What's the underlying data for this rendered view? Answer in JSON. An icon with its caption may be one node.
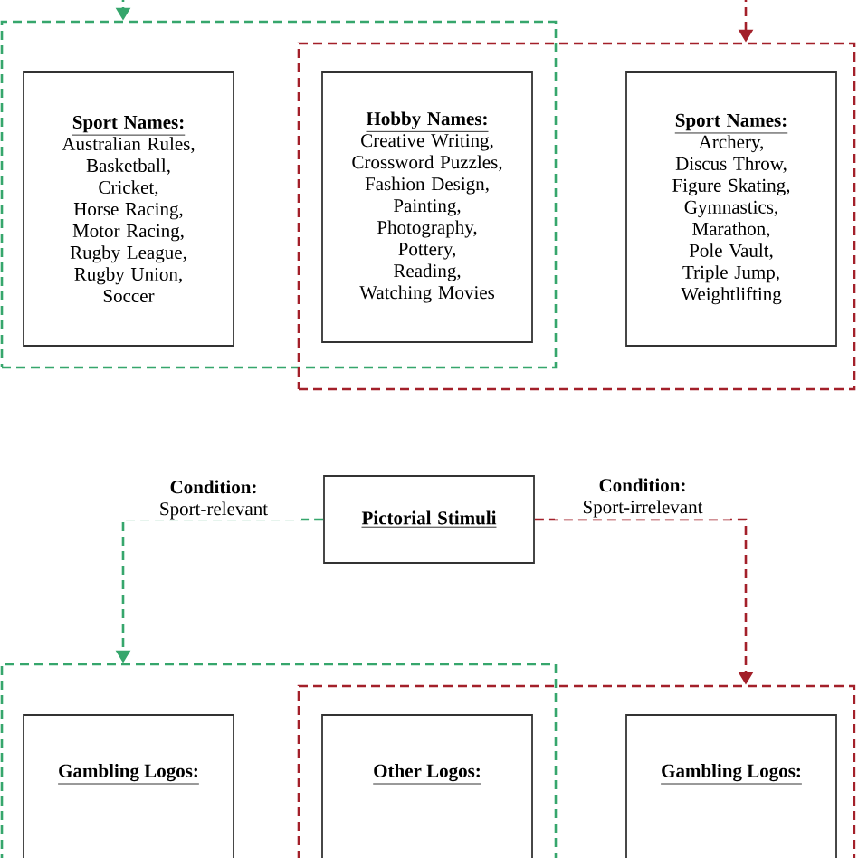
{
  "diagram": {
    "nodes": [
      {
        "text": [],
        "shape": "box"
      },
      {
        "text": [],
        "shape": "box"
      },
      {
        "text": [
          "Sport Names:",
          "Australian Rules, Basketball, Cricket, Horse Racing, Motor Racing, Rugby League, Rugby Union, Soccer"
        ],
        "in": 0
      },
      {
        "text": [
          "Hobby Names:",
          "Creative Writing, Crossword Puzzles, Fashion Design, Painting, Photography, Pottery, Reading, Watching Movies"
        ]
      },
      {
        "text": [
          "Sport Names:",
          "Archery, Discus Throw, Figure Skating, Gymnastics, Marathon, Pole Vault, Triple Jump, Weightlifting"
        ],
        "in": 1
      },
      {
        "text": [
          "Pictorial Stimuli"
        ]
      },
      {
        "text": [],
        "shape": "box"
      },
      {
        "text": [],
        "shape": "box"
      },
      {
        "text": [
          "Gambling Logos:"
        ],
        "in": 6
      },
      {
        "text": [
          "Other Logos:"
        ]
      },
      {
        "text": [
          "Gambling Logos:"
        ],
        "in": 7
      }
    ],
    "edges": [
      {
        "from": null,
        "to": 0,
        "arrow": "to",
        "style": "dashed",
        "color": "#36a66c"
      },
      {
        "from": null,
        "to": 1,
        "arrow": "to",
        "style": "dashed",
        "color": "#a3202a"
      },
      {
        "from": 5,
        "to": 6,
        "arrow": "to",
        "style": "dashed",
        "color": "#36a66c",
        "label": "**Condition:** Sport-relevant"
      },
      {
        "from": 5,
        "to": 7,
        "arrow": "to",
        "style": "dashed",
        "color": "#a3202a",
        "label": "**Condition:** Sport-irrelevant"
      }
    ]
  }
}
